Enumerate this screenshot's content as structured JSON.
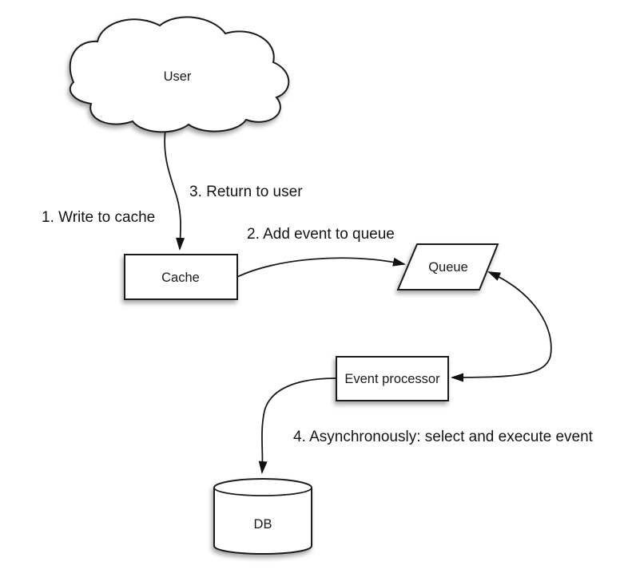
{
  "diagram": {
    "type": "flow-diagram",
    "background_color": "#ffffff",
    "stroke_color": "#1b1b1b",
    "text_color": "#1a1a1a",
    "nodes": {
      "user": {
        "label": "User",
        "shape": "cloud"
      },
      "cache": {
        "label": "Cache",
        "shape": "rectangle"
      },
      "queue": {
        "label": "Queue",
        "shape": "parallelogram"
      },
      "event_processor": {
        "label": "Event processor",
        "shape": "rectangle"
      },
      "db": {
        "label": "DB",
        "shape": "cylinder"
      }
    },
    "steps": {
      "step1": "1. Write to cache",
      "step2": "2. Add event to queue",
      "step3": "3. Return to user",
      "step4": "4. Asynchronously: select and execute event"
    },
    "edges": [
      {
        "from": "user",
        "to": "cache",
        "style": "curved",
        "arrow": "end"
      },
      {
        "from": "cache",
        "to": "queue",
        "style": "curved",
        "arrow": "end"
      },
      {
        "from": "queue",
        "to": "event_processor",
        "style": "curved",
        "arrow": "both"
      },
      {
        "from": "event_processor",
        "to": "db",
        "style": "curved",
        "arrow": "end"
      }
    ]
  }
}
